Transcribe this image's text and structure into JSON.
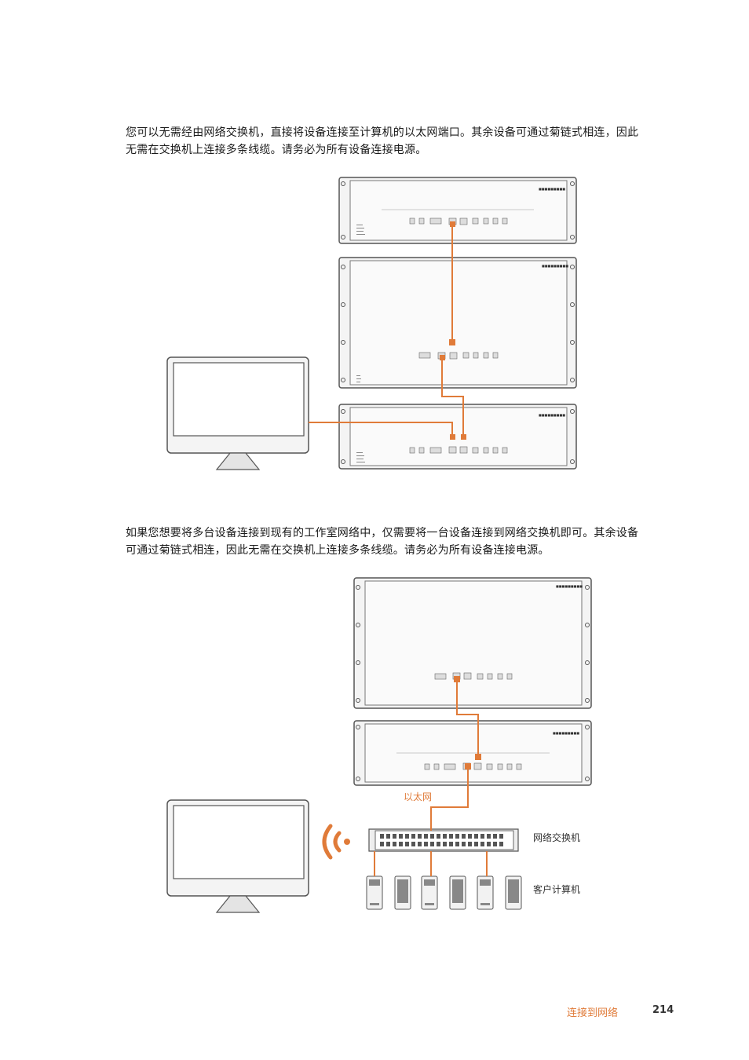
{
  "paragraphs": {
    "direct_connection": "您可以无需经由网络交换机，直接将设备连接至计算机的以太网端口。其余设备可通过菊链式相连，因此无需在交换机上连接多条线缆。请务必为所有设备连接电源。",
    "network_connection": "如果您想要将多台设备连接到现有的工作室网络中，仅需要将一台设备连接到网络交换机即可。其余设备可通过菊链式相连，因此无需在交换机上连接多条线缆。请务必为所有设备连接电源。"
  },
  "diagram_labels": {
    "ethernet": "以太网",
    "network_switch": "网络交换机",
    "client_computers": "客户计算机"
  },
  "footer": {
    "section": "连接到网络",
    "page_number": "214"
  },
  "colors": {
    "accent": "#e07b39",
    "cable": "#e07b39",
    "device_panel": "#f4f4f4",
    "device_border": "#555555"
  }
}
